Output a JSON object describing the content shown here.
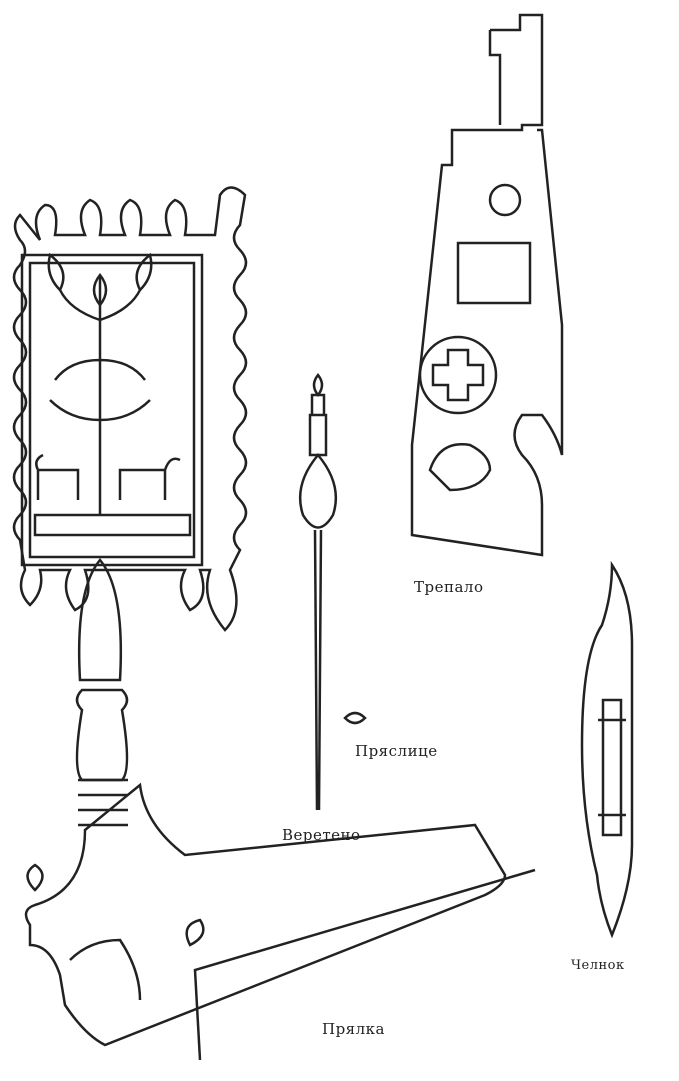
{
  "labels": {
    "trepalo": "Трепало",
    "vereteno": "Веретено",
    "pryaslitse": "Пряслице",
    "chelnok": "Челнок",
    "pryalka": "Прялка"
  }
}
